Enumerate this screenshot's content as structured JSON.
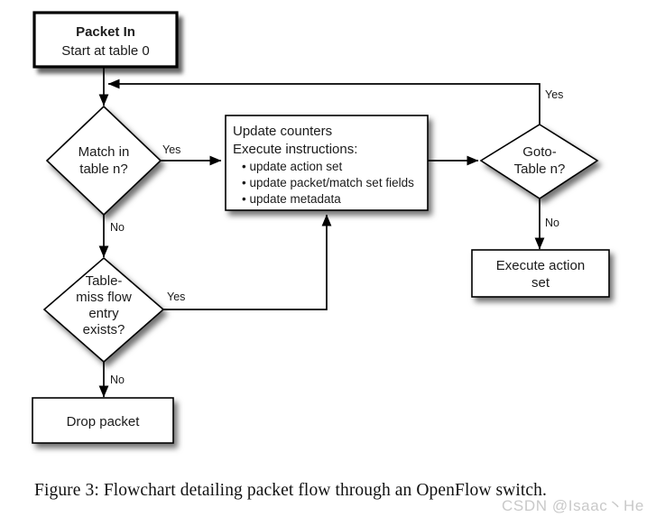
{
  "figure": {
    "caption": "Figure 3: Flowchart detailing packet flow through an OpenFlow switch.",
    "watermark": "CSDN @Isaac丶He",
    "background_color": "#ffffff",
    "line_color": "#000000",
    "shape_fill": "#ffffff",
    "text_color": "#1a1a1a",
    "watermark_color": "#c9c9c9"
  },
  "nodes": {
    "packet_in": {
      "shape": "process",
      "line1": "Packet In",
      "line2": "Start at table 0"
    },
    "match_in_table": {
      "shape": "decision",
      "line1": "Match in",
      "line2": "table n?"
    },
    "update_counters": {
      "shape": "process",
      "line1": "Update counters",
      "line2": "Execute instructions:",
      "bullets": [
        "update action set",
        "update packet/match set fields",
        "update metadata"
      ]
    },
    "goto_table": {
      "shape": "decision",
      "line1": "Goto-",
      "line2": "Table n?"
    },
    "execute_action_set": {
      "shape": "process",
      "line1": "Execute action",
      "line2": "set"
    },
    "table_miss": {
      "shape": "decision",
      "line1": "Table-",
      "line2": "miss flow",
      "line3": "entry",
      "line4": "exists?"
    },
    "drop_packet": {
      "shape": "process",
      "line1": "Drop packet"
    }
  },
  "edge_labels": {
    "match_yes": "Yes",
    "match_no": "No",
    "goto_yes": "Yes",
    "goto_no": "No",
    "tablemiss_yes": "Yes",
    "tablemiss_no": "No"
  }
}
